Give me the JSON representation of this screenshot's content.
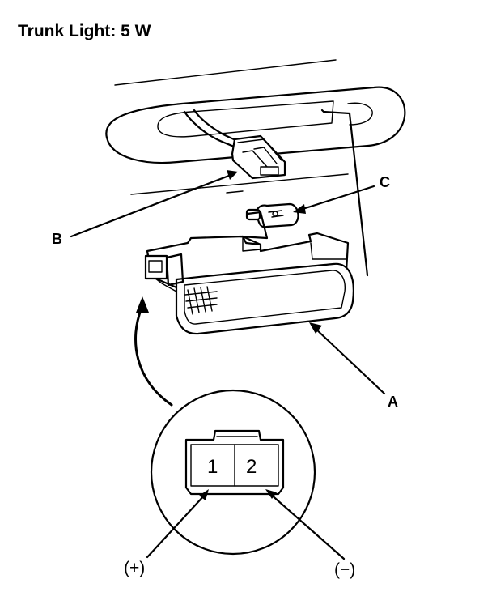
{
  "title": "Trunk Light: 5 W",
  "callouts": {
    "a": "A",
    "b": "B",
    "c": "C"
  },
  "connector": {
    "pin1": "1",
    "pin2": "2"
  },
  "polarity": {
    "positive": "(+)",
    "negative": "(−)"
  }
}
